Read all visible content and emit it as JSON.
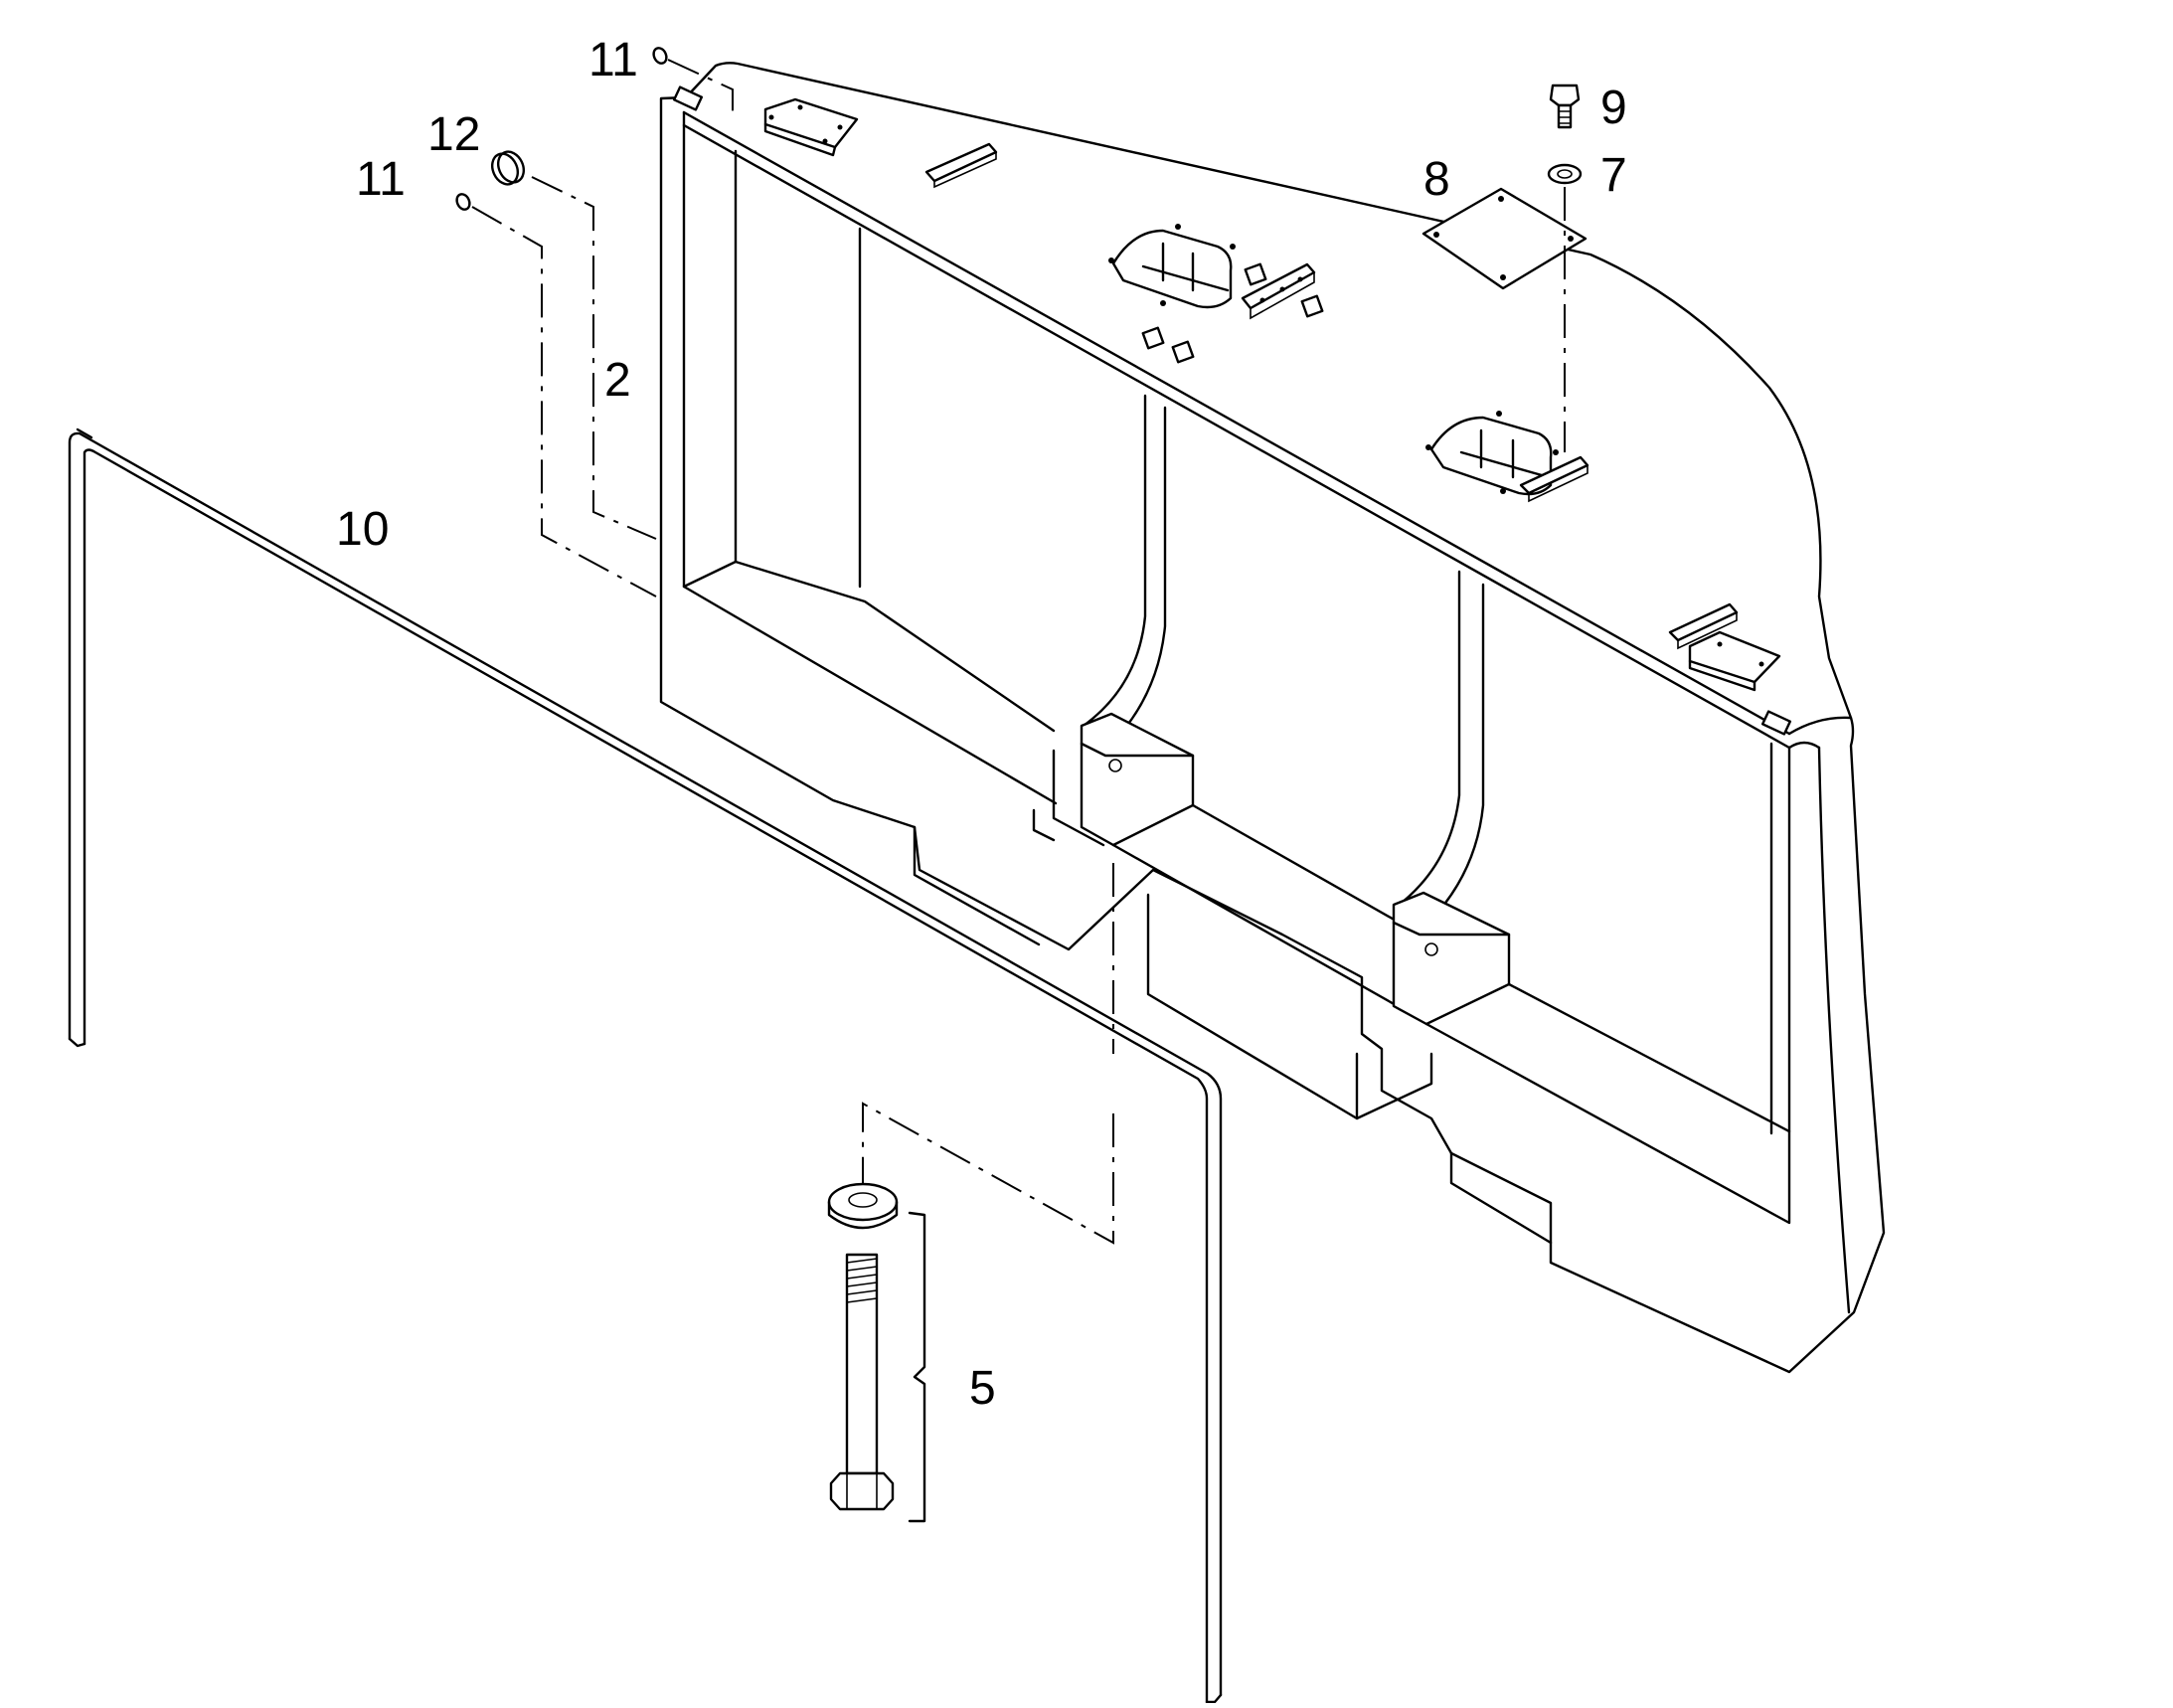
{
  "figure": {
    "background": "#ffffff",
    "line_color": "#000000"
  },
  "callouts": {
    "part_2": "2",
    "part_5": "5",
    "part_7": "7",
    "part_8": "8",
    "part_9": "9",
    "part_10": "10",
    "part_11_top": "11",
    "part_11_left": "11",
    "part_12": "12"
  }
}
